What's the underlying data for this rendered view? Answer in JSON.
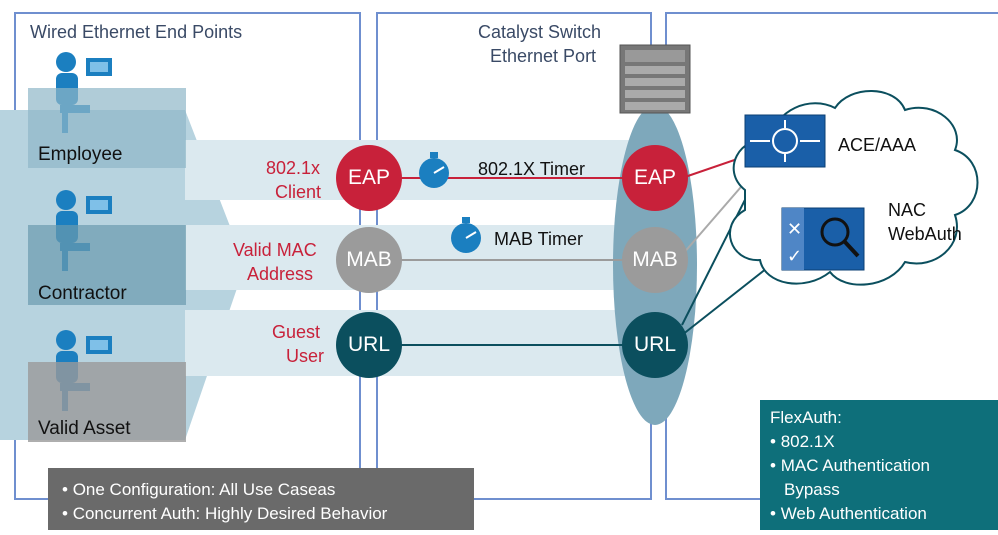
{
  "sections": {
    "endpoints_title": "Wired Ethernet End Points",
    "switch_title_line1": "Catalyst Switch",
    "switch_title_line2": "Ethernet Port"
  },
  "endpoints": [
    {
      "label": "Employee",
      "icon": "person-at-computer-icon"
    },
    {
      "label": "Contractor",
      "icon": "person-at-computer-icon"
    },
    {
      "label": "Valid Asset",
      "icon": "person-at-computer-icon"
    }
  ],
  "methods": [
    {
      "client_line1": "802.1x",
      "client_line2": "Client",
      "badge": "EAP",
      "timer": "802.1X Timer",
      "color": "#c8213a"
    },
    {
      "client_line1": "Valid MAC",
      "client_line2": "Address",
      "badge": "MAB",
      "timer": "MAB Timer",
      "color": "#9b9b9b"
    },
    {
      "client_line1": "Guest",
      "client_line2": "User",
      "badge": "URL",
      "color": "#0b4f5e"
    }
  ],
  "servers": {
    "ace_aaa": "ACE/AAA",
    "nac_line1": "NAC",
    "nac_line2": "WebAuth"
  },
  "bottom_box": {
    "item1": "One Configuration: All Use Caseas",
    "item2": "Concurrent Auth: Highly Desired Behavior"
  },
  "flexauth": {
    "title": "FlexAuth:",
    "item1": "802.1X",
    "item2_line1": "MAC Authentication",
    "item2_line2": "Bypass",
    "item3": "Web Authentication"
  },
  "colors": {
    "panel_border": "#6f8fcf",
    "teal_dark": "#0b4f5e",
    "flexauth_bg": "#0e6f7a",
    "bottom_box_bg": "#6a6a6a",
    "accent_red": "#c8213a"
  }
}
